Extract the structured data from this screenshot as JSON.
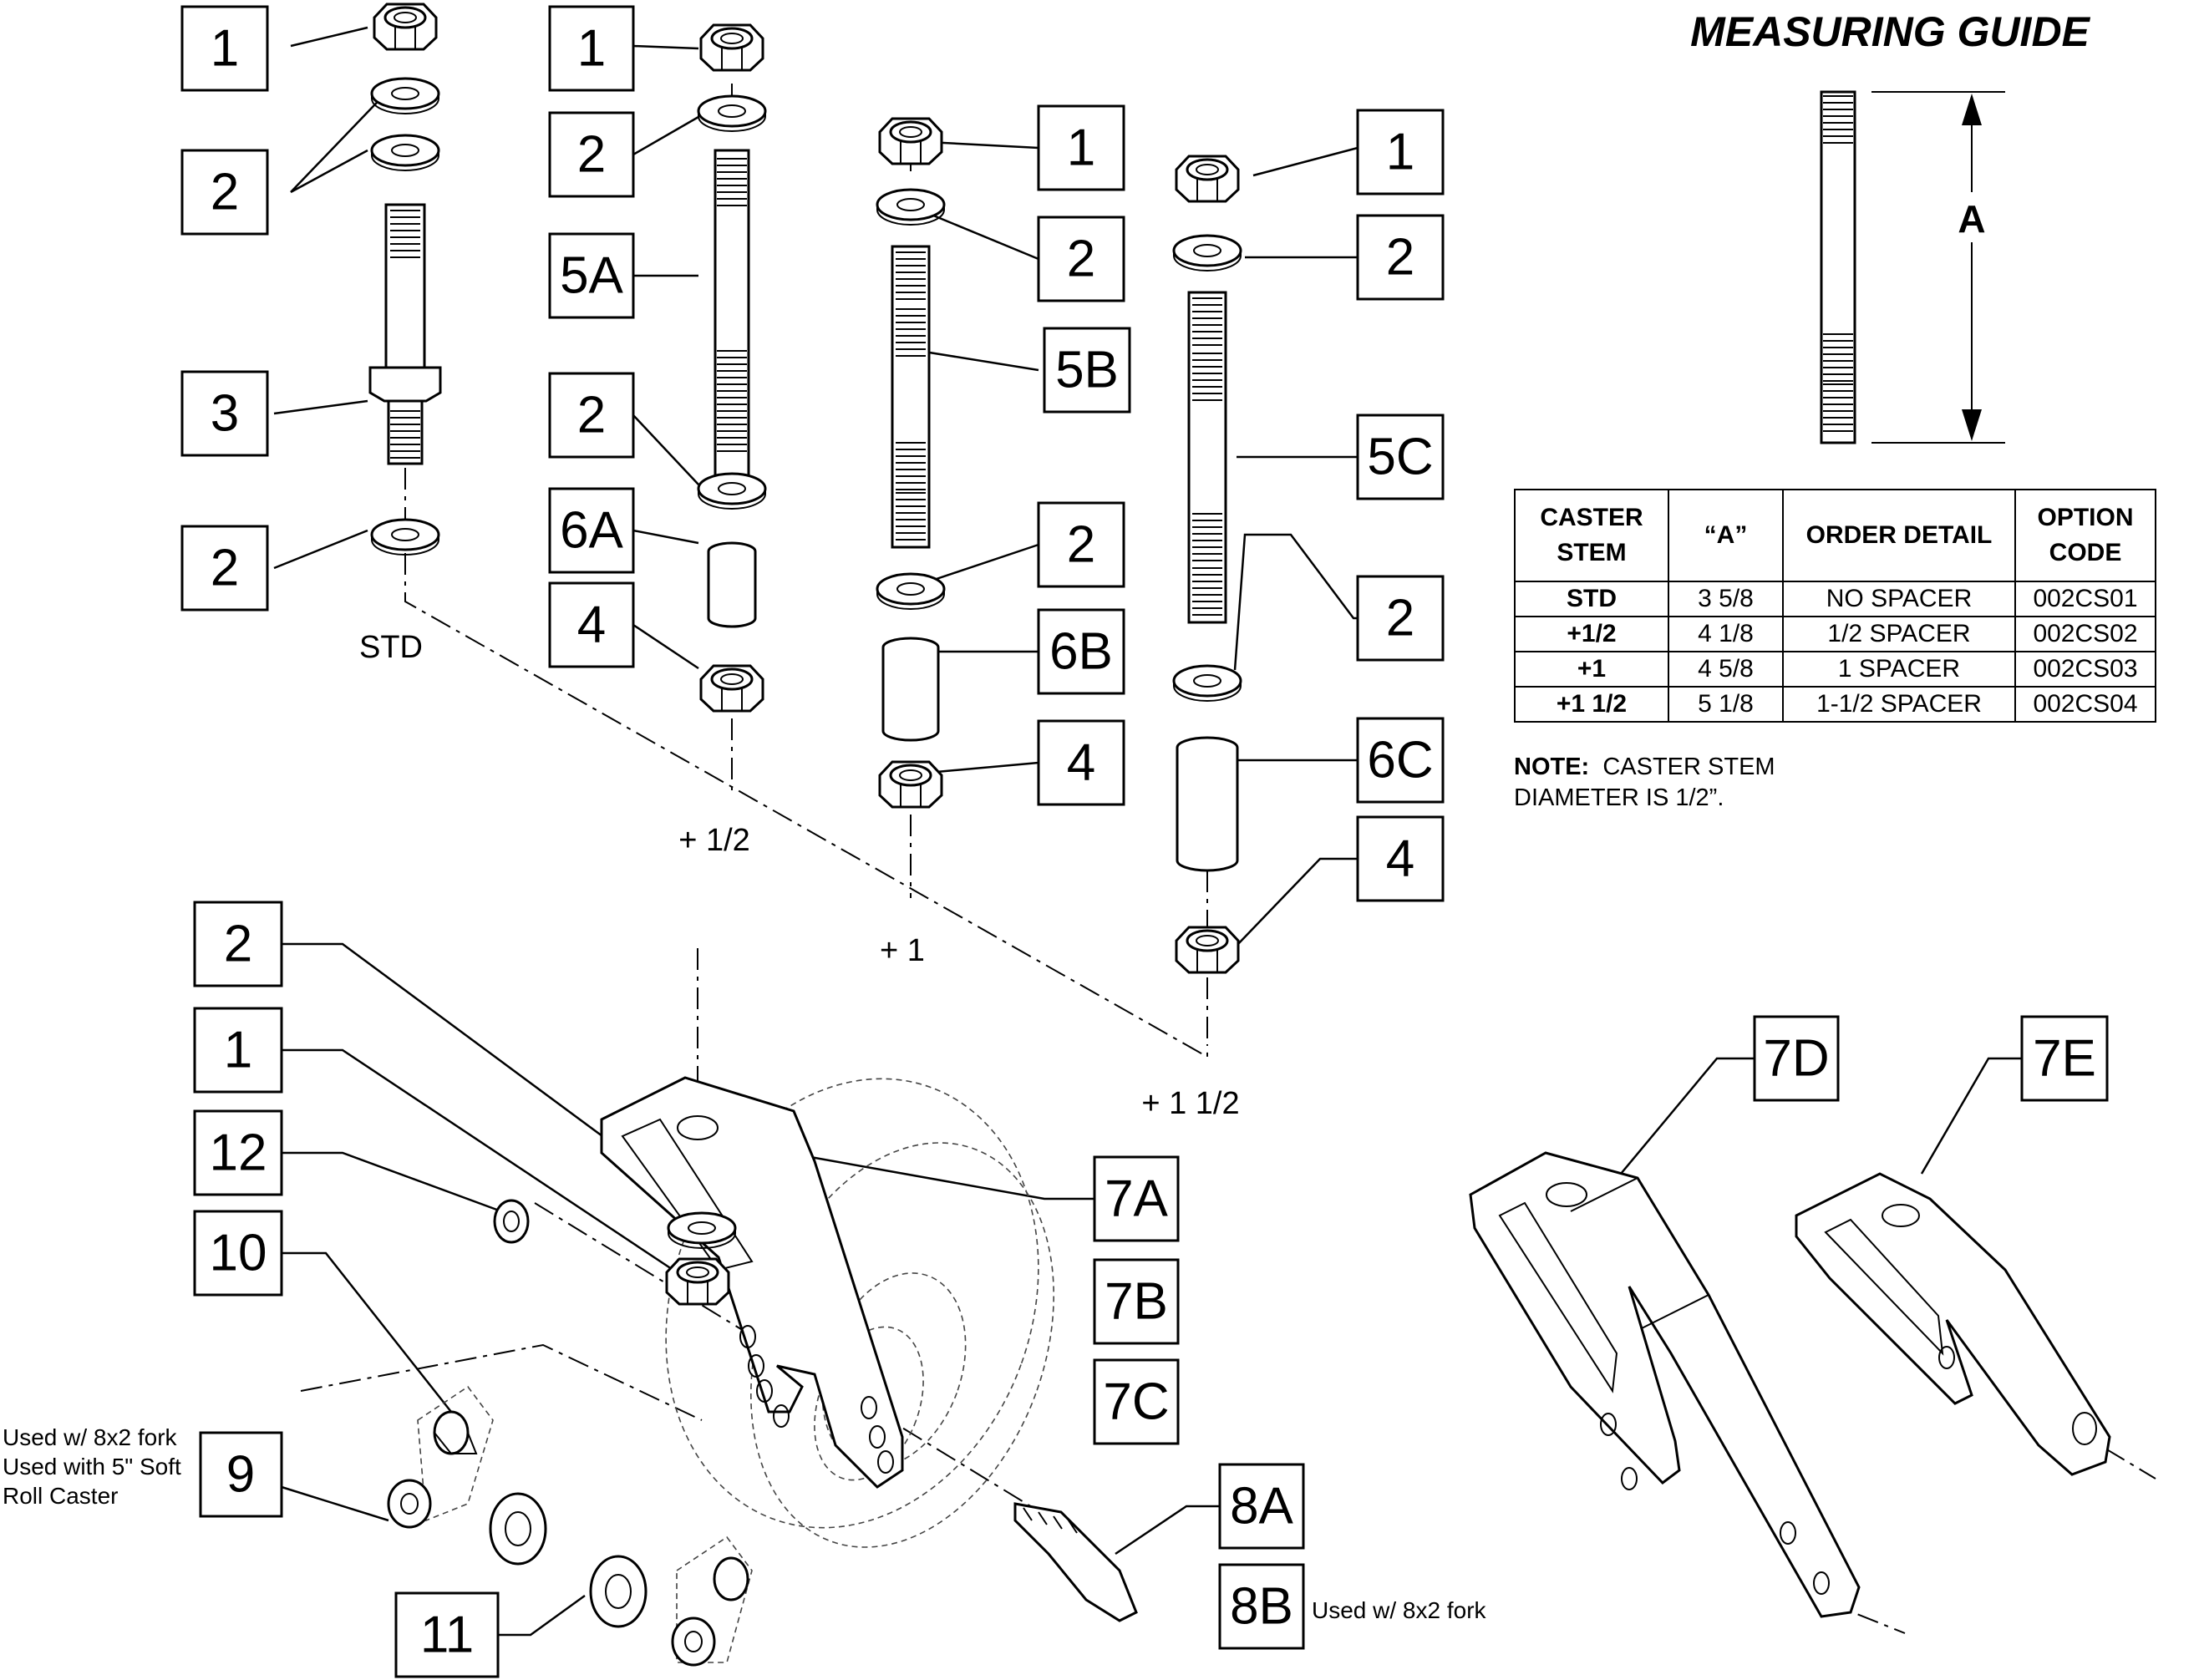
{
  "title": "MEASURING GUIDE",
  "dimension_label": "A",
  "callouts": {
    "std_nut": "1",
    "std_washers": "2",
    "std_stem": "3",
    "std_bottom_washer": "2",
    "h_nut": "1",
    "h_washer_top": "2",
    "h_stem": "5A",
    "h_washer_mid": "2",
    "h_spacer": "6A",
    "h_bottom_nut": "4",
    "o_nut": "1",
    "o_washer_top": "2",
    "o_stem": "5B",
    "o_washer_mid": "2",
    "o_spacer": "6B",
    "o_bottom_nut": "4",
    "oh_nut": "1",
    "oh_washer_top": "2",
    "oh_stem": "5C",
    "oh_washer_mid": "2",
    "oh_spacer": "6C",
    "oh_bottom_nut": "4",
    "fork_washer": "2",
    "fork_nut": "1",
    "axle_nut": "12",
    "axle_spacer": "10",
    "bearing_spacer": "9",
    "bearing": "11",
    "fork_a": "7A",
    "fork_b": "7B",
    "fork_c": "7C",
    "bolt_a": "8A",
    "bolt_b": "8B",
    "fork_d": "7D",
    "fork_e": "7E"
  },
  "variant_labels": {
    "std": "STD",
    "half": "+ 1/2",
    "one": "+ 1",
    "one_half": "+ 1 1/2"
  },
  "notes": {
    "spacer_9_line1": "Used w/ 8x2 fork",
    "spacer_9_line2": "Used with 5\" Soft",
    "spacer_9_line3": "Roll Caster",
    "bolt_8b": "Used w/ 8x2 fork"
  },
  "table": {
    "headers": [
      "CASTER STEM",
      "“A”",
      "ORDER DETAIL",
      "OPTION CODE"
    ],
    "rows": [
      [
        "STD",
        "3 5/8",
        "NO SPACER",
        "002CS01"
      ],
      [
        "+1/2",
        "4 1/8",
        "1/2 SPACER",
        "002CS02"
      ],
      [
        "+1",
        "4 5/8",
        "1 SPACER",
        "002CS03"
      ],
      [
        "+1 1/2",
        "5 1/8",
        "1-1/2 SPACER",
        "002CS04"
      ]
    ]
  },
  "note_label": "NOTE:",
  "note_line1": "CASTER STEM",
  "note_line2": "DIAMETER IS 1/2”."
}
